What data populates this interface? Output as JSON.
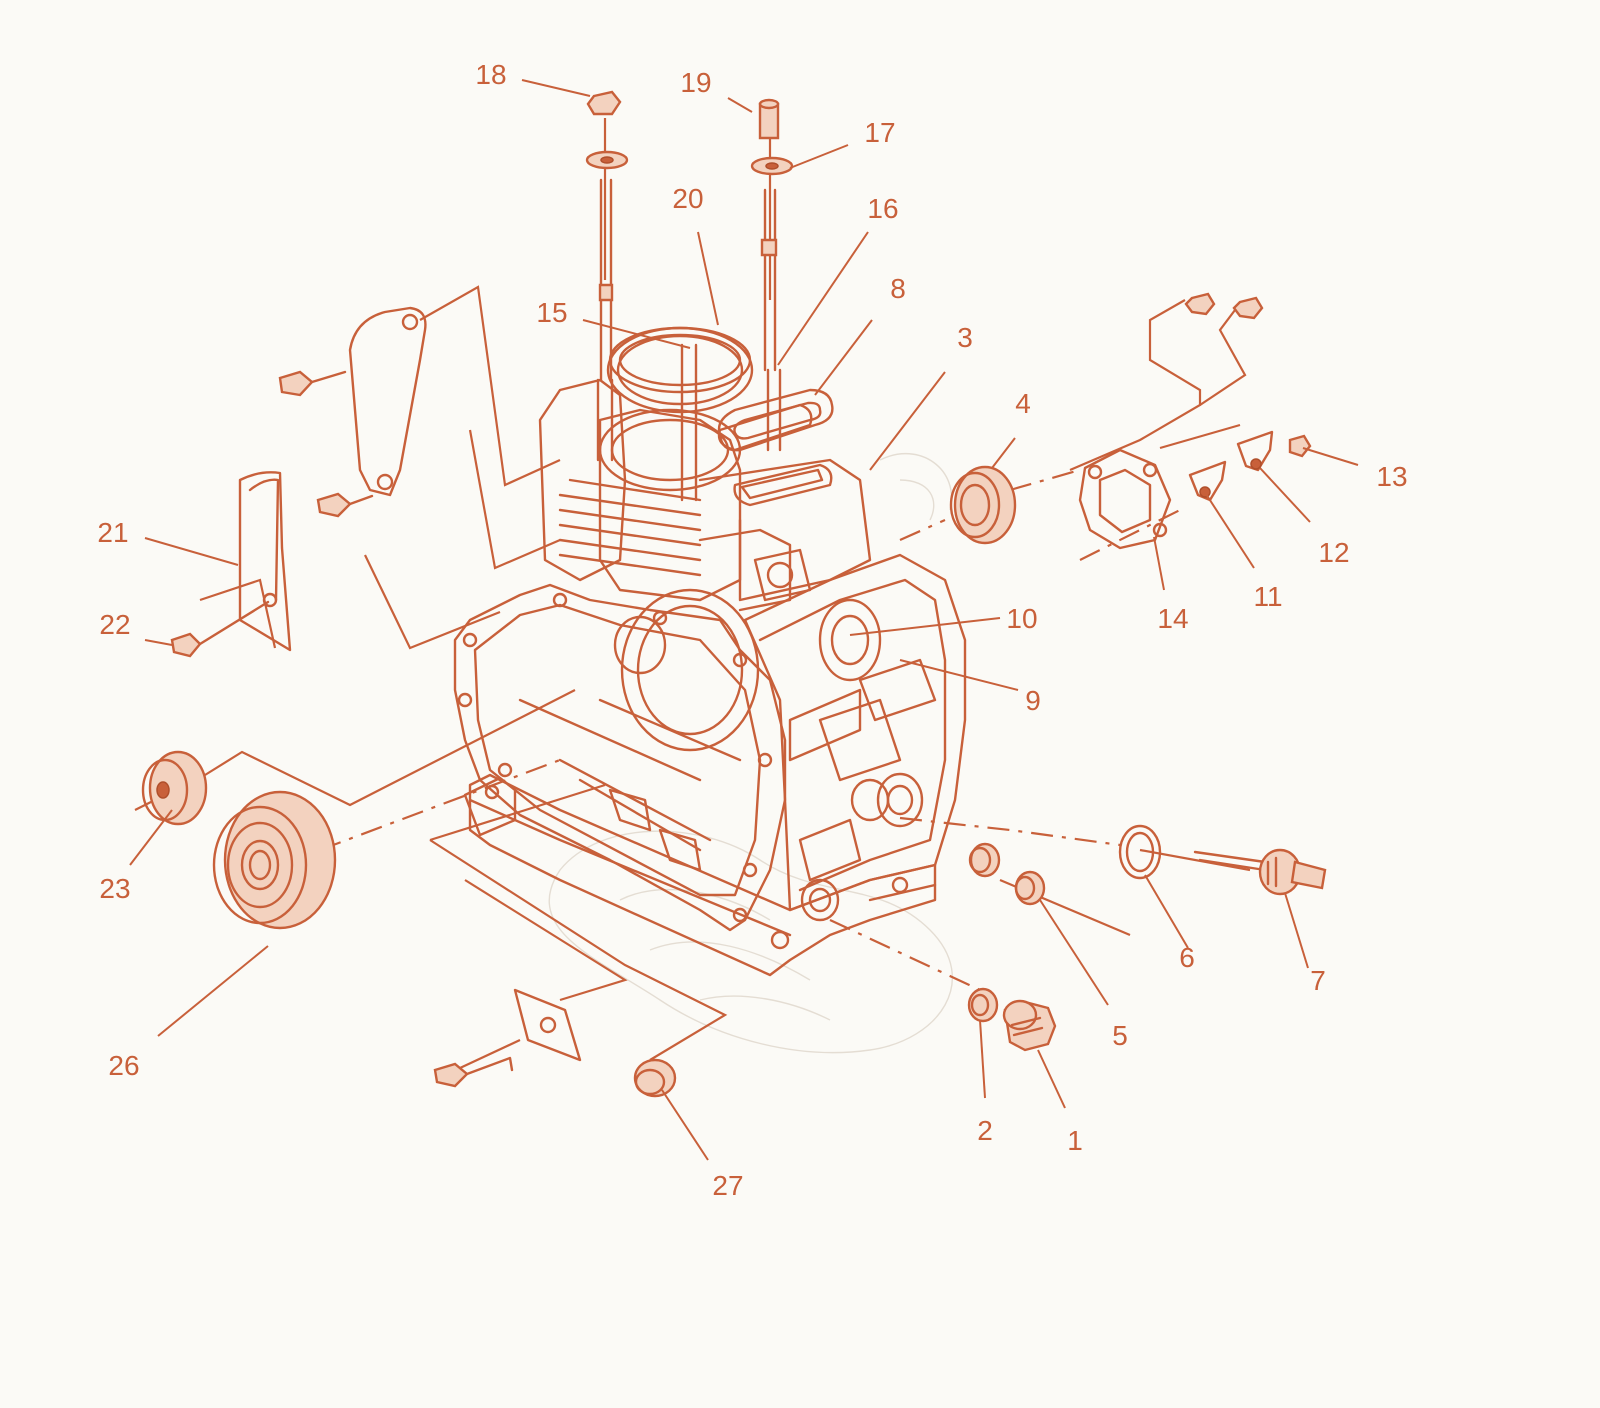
{
  "colors": {
    "line": "#c8603a",
    "background": "#fbfaf6",
    "light_fill": "#f3d2bf"
  },
  "callouts": [
    {
      "id": "1",
      "label": "1"
    },
    {
      "id": "2",
      "label": "2"
    },
    {
      "id": "3",
      "label": "3"
    },
    {
      "id": "4",
      "label": "4"
    },
    {
      "id": "5",
      "label": "5"
    },
    {
      "id": "6",
      "label": "6"
    },
    {
      "id": "7",
      "label": "7"
    },
    {
      "id": "8",
      "label": "8"
    },
    {
      "id": "9",
      "label": "9"
    },
    {
      "id": "10",
      "label": "10"
    },
    {
      "id": "11",
      "label": "11"
    },
    {
      "id": "12",
      "label": "12"
    },
    {
      "id": "13",
      "label": "13"
    },
    {
      "id": "14",
      "label": "14"
    },
    {
      "id": "15",
      "label": "15"
    },
    {
      "id": "16",
      "label": "16"
    },
    {
      "id": "17",
      "label": "17"
    },
    {
      "id": "18",
      "label": "18"
    },
    {
      "id": "19",
      "label": "19"
    },
    {
      "id": "20",
      "label": "20"
    },
    {
      "id": "21",
      "label": "21"
    },
    {
      "id": "22",
      "label": "22"
    },
    {
      "id": "23",
      "label": "23"
    },
    {
      "id": "26",
      "label": "26"
    },
    {
      "id": "27",
      "label": "27"
    }
  ]
}
